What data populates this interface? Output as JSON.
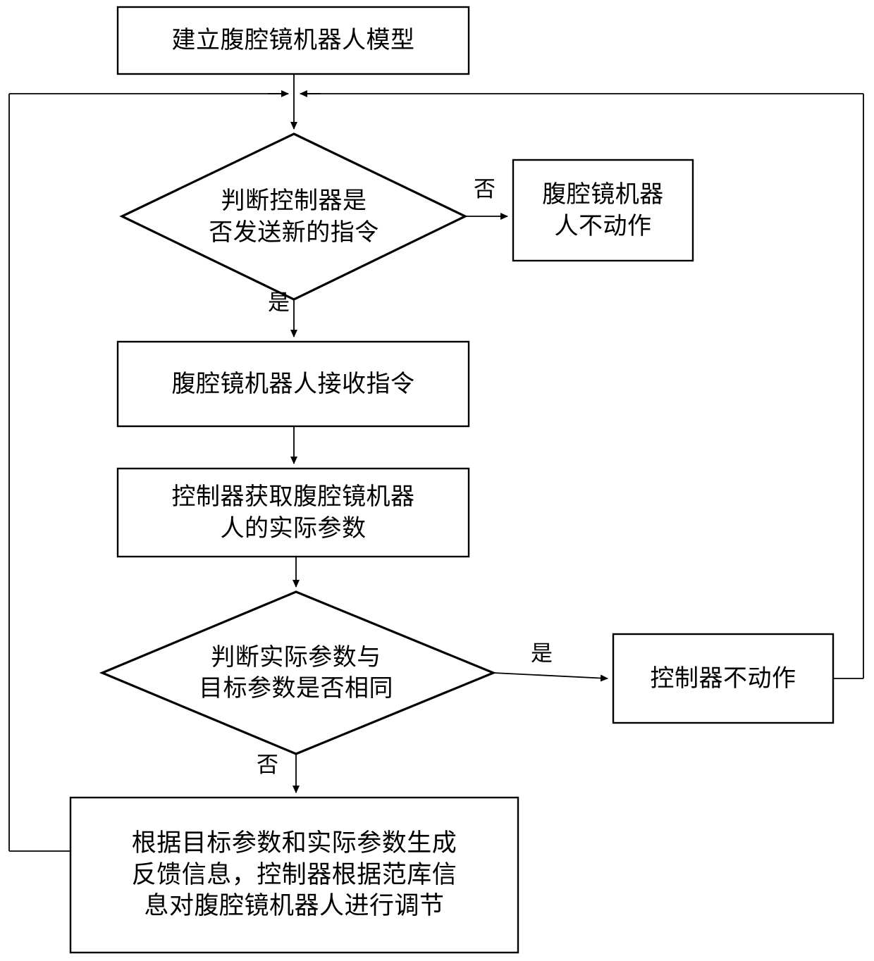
{
  "diagram": {
    "type": "flowchart",
    "title_present": false,
    "language": "zh-CN",
    "line_color": "#000000",
    "fill_color": "#ffffff",
    "text_color": "#000000",
    "nodes": [
      {
        "id": "n1",
        "shape": "process",
        "lines": [
          "建立腹腔镜机器人模型"
        ],
        "text": "建立腹腔镜机器人模型"
      },
      {
        "id": "n2",
        "shape": "decision",
        "lines": [
          "判断控制器是",
          "否发送新的指令"
        ],
        "text": "判断控制器是否发送新的指令"
      },
      {
        "id": "n3",
        "shape": "process",
        "lines": [
          "腹腔镜机器",
          "人不动作"
        ],
        "text": "腹腔镜机器人不动作"
      },
      {
        "id": "n4",
        "shape": "process",
        "lines": [
          "腹腔镜机器人接收指令"
        ],
        "text": "腹腔镜机器人接收指令"
      },
      {
        "id": "n5",
        "shape": "process",
        "lines": [
          "控制器获取腹腔镜机器",
          "人的实际参数"
        ],
        "text": "控制器获取腹腔镜机器人的实际参数"
      },
      {
        "id": "n6",
        "shape": "decision",
        "lines": [
          "判断实际参数与",
          "目标参数是否相同"
        ],
        "text": "判断实际参数与目标参数是否相同"
      },
      {
        "id": "n7",
        "shape": "process",
        "lines": [
          "控制器不动作"
        ],
        "text": "控制器不动作"
      },
      {
        "id": "n8",
        "shape": "process",
        "lines": [
          "根据目标参数和实际参数生成",
          "反馈信息，控制器根据范库信",
          "息对腹腔镜机器人进行调节"
        ],
        "text": "根据目标参数和实际参数生成反馈信息，控制器根据范库信息对腹腔镜机器人进行调节"
      }
    ],
    "edge_labels": {
      "d1_no": "否",
      "d1_yes": "是",
      "d2_yes": "是",
      "d2_no": "否"
    }
  }
}
